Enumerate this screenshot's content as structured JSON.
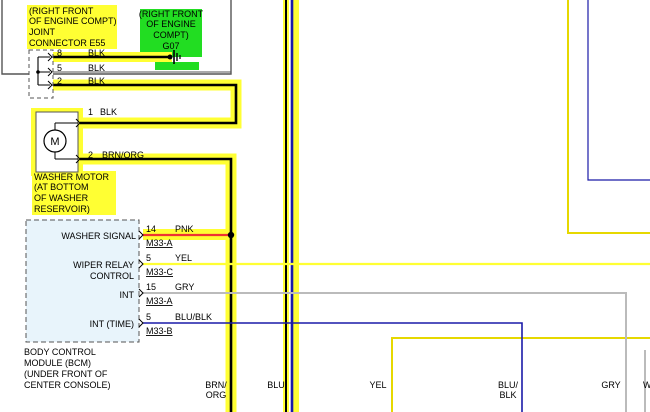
{
  "colors": {
    "yellow": "#ffff33",
    "green": "#22dd22",
    "black": "#000000",
    "blue": "#1a1aa8",
    "gray": "#bbbbbb",
    "red": "#ee3333",
    "bcm_fill": "#e8f4fb"
  },
  "ground": {
    "label_lines": [
      "(RIGHT FRONT",
      "OF ENGINE",
      "COMPT)",
      "G07"
    ]
  },
  "joint": {
    "label_lines": [
      "(RIGHT FRONT",
      "OF ENGINE COMPT)",
      "JOINT",
      "CONNECTOR E55"
    ],
    "pins": [
      {
        "pin": "8",
        "wire": "BLK"
      },
      {
        "pin": "5",
        "wire": "BLK"
      },
      {
        "pin": "2",
        "wire": "BLK"
      }
    ]
  },
  "motor": {
    "symbol": "M",
    "label_lines": [
      "WASHER MOTOR",
      "(AT BOTTOM",
      "OF WASHER",
      "RESERVOIR)"
    ],
    "pins": [
      {
        "pin": "1",
        "wire": "BLK"
      },
      {
        "pin": "2",
        "wire": "BRN/ORG"
      }
    ]
  },
  "bcm": {
    "label_lines": [
      "BODY CONTROL",
      "MODULE (BCM)",
      "(UNDER FRONT OF",
      "CENTER CONSOLE)"
    ],
    "signals": [
      {
        "name_lines": [
          "WASHER SIGNAL"
        ],
        "pin": "14",
        "wire": "PNK",
        "conn": "M33-A"
      },
      {
        "name_lines": [
          "WIPER RELAY",
          "CONTROL"
        ],
        "pin": "5",
        "wire": "YEL",
        "conn": "M33-C"
      },
      {
        "name_lines": [
          "INT"
        ],
        "pin": "15",
        "wire": "GRY",
        "conn": "M33-A"
      },
      {
        "name_lines": [
          "INT (TIME)"
        ],
        "pin": "5",
        "wire": "BLU/BLK",
        "conn": "M33-B"
      }
    ]
  },
  "bottom_labels": [
    {
      "lines": [
        "BRN/",
        "ORG"
      ]
    },
    {
      "lines": [
        "BLU"
      ]
    },
    {
      "lines": [
        "YEL"
      ]
    },
    {
      "lines": [
        "BLU/",
        "BLK"
      ]
    },
    {
      "lines": [
        "GRY"
      ]
    },
    {
      "lines": [
        "W"
      ]
    }
  ]
}
